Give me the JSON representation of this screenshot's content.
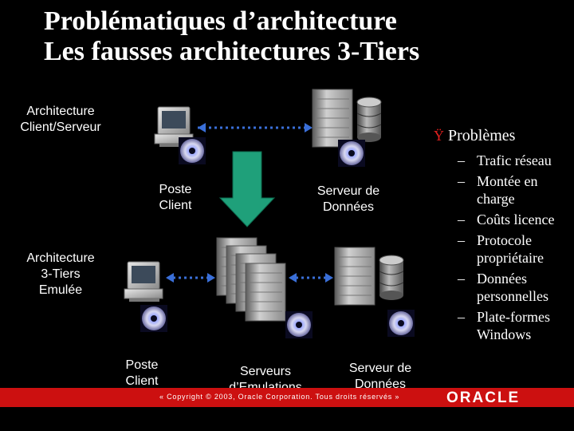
{
  "title": {
    "line1": "Problématiques d’architecture",
    "line2": "Les fausses architectures 3-Tiers"
  },
  "labels": {
    "client_server": "Architecture\nClient/Serveur",
    "poste_client_1": "Poste\nClient",
    "serveur_donnees_1": "Serveur de\nDonnées",
    "three_tier": "Architecture\n3-Tiers\nEmulée",
    "poste_client_2": "Poste\nClient",
    "serveurs_emulations": "Serveurs\nd’Emulations",
    "serveur_donnees_2": "Serveur de\nDonnées"
  },
  "problems": {
    "bullet": "Ÿ",
    "heading": "Problèmes",
    "items": [
      "Trafic réseau",
      "Montée en\ncharge",
      "Coûts licence",
      "Protocole\npropriétaire",
      "Données\npersonnelles",
      "Plate-formes\nWindows"
    ]
  },
  "footer": {
    "copyright": "« Copyright © 2003, Oracle Corporation. Tous droits réservés »",
    "logo": "ORACLE"
  },
  "colors": {
    "background": "#000000",
    "arrow_green": "#1fa07a",
    "connector_blue": "#3a6fd8",
    "footer_red": "#cc1010"
  },
  "icons": [
    "client-computer-icon",
    "database-server-icon",
    "cd-disc-icon",
    "down-arrow-icon"
  ]
}
